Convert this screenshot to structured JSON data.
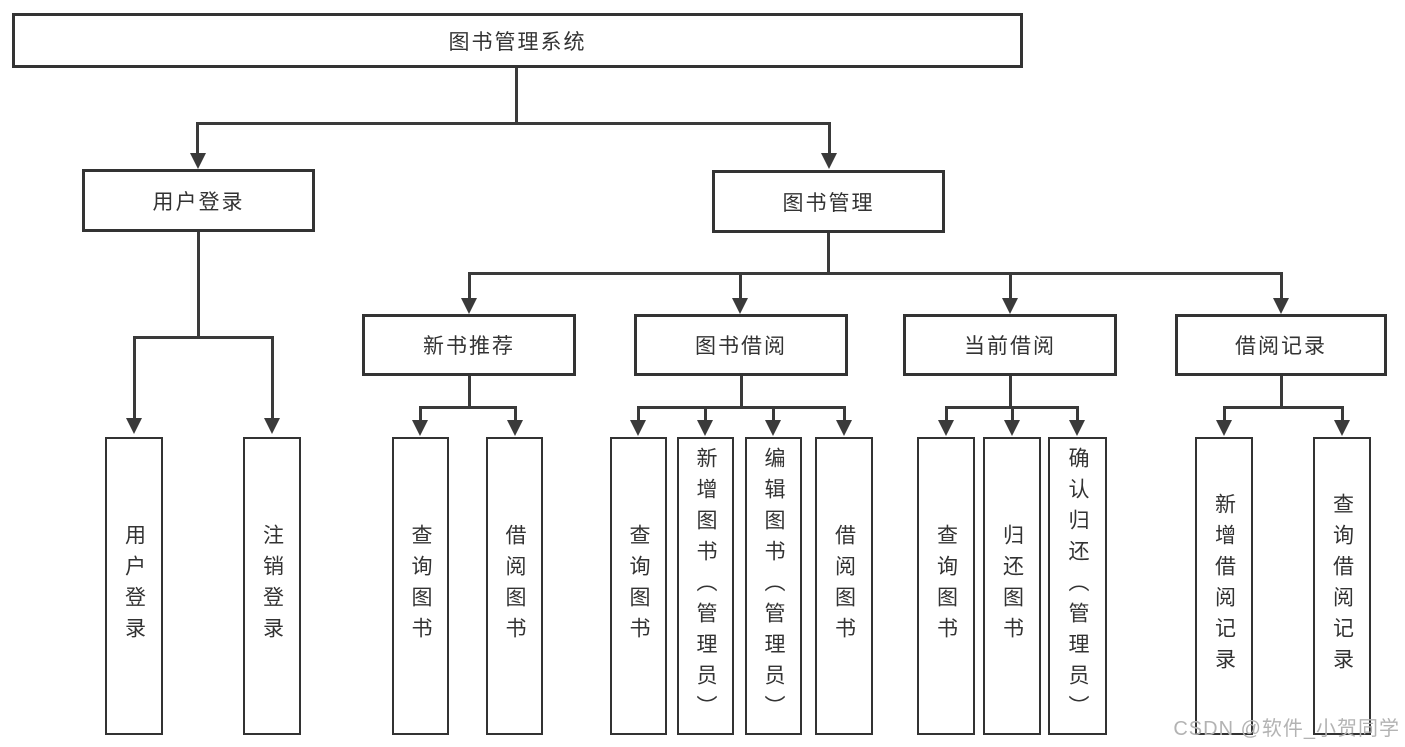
{
  "colors": {
    "line": "#3a3a3a",
    "border": "#333333",
    "text": "#333333",
    "watermark": "#b3b3b3",
    "background": "#ffffff"
  },
  "nodes": {
    "root": {
      "label": "图书管理系统"
    },
    "user_login": {
      "label": "用户登录"
    },
    "book_mgmt": {
      "label": "图书管理"
    },
    "login_leaf": {
      "label": "用户登录"
    },
    "logout_leaf": {
      "label": "注销登录"
    },
    "new_book": {
      "label": "新书推荐"
    },
    "book_borrow": {
      "label": "图书借阅"
    },
    "current_borrow": {
      "label": "当前借阅"
    },
    "borrow_records": {
      "label": "借阅记录"
    },
    "nb_query": {
      "label": "查询图书"
    },
    "nb_borrow": {
      "label": "借阅图书"
    },
    "bb_query": {
      "label": "查询图书"
    },
    "bb_add": {
      "label": "新增图书（管理员）"
    },
    "bb_edit": {
      "label": "编辑图书（管理员）"
    },
    "bb_borrow": {
      "label": "借阅图书"
    },
    "cb_query": {
      "label": "查询图书"
    },
    "cb_return": {
      "label": "归还图书"
    },
    "cb_confirm": {
      "label": "确认归还（管理员）"
    },
    "br_add": {
      "label": "新增借阅记录"
    },
    "br_query": {
      "label": "查询借阅记录"
    }
  },
  "watermark": {
    "text": "CSDN @软件_小贺同学"
  }
}
